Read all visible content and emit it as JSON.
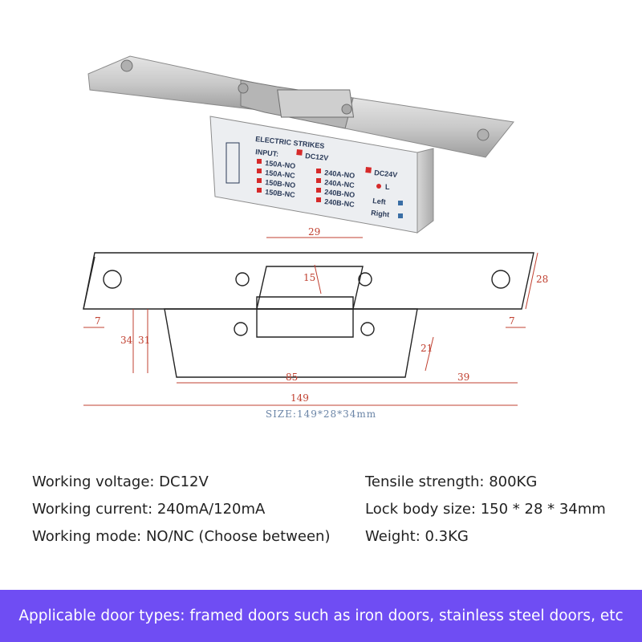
{
  "product_label": {
    "title": "ELECTRIC STRIKES",
    "input_label": "INPUT:",
    "voltage_options": [
      "DC12V",
      "DC24V"
    ],
    "modes_col1": [
      "150A-NO",
      "150A-NC",
      "150B-NO",
      "150B-NC"
    ],
    "modes_col2": [
      "240A-NO",
      "240A-NC",
      "240B-NO",
      "240B-NC"
    ],
    "side_label": "L",
    "left_label": "Left",
    "right_label": "Right",
    "colors": {
      "marker": "#d62a2a",
      "side_marker": "#3a6ea5",
      "text": "#2a3a58"
    }
  },
  "drawing": {
    "dimensions": {
      "slot_width": "29",
      "slot_height": "15",
      "plate_height": "28",
      "left_offset": "7",
      "right_offset": "7",
      "body_height_outer": "34",
      "body_height_inner": "31",
      "body_depth": "21",
      "body_length": "85",
      "right_span": "39",
      "total_length": "149"
    },
    "size_label": "SIZE:149*28*34mm",
    "color": "#c04030"
  },
  "specs": {
    "working_voltage": "Working voltage: DC12V",
    "working_current": "Working current: 240mA/120mA",
    "working_mode": "Working mode: NO/NC (Choose between)",
    "tensile_strength": "Tensile strength: 800KG",
    "lock_body_size": "Lock body size: 150 * 28 * 34mm",
    "weight": "Weight: 0.3KG"
  },
  "banner": {
    "text": "Applicable door types: framed doors such as iron doors, stainless steel doors, etc",
    "color": "#6f4df3"
  }
}
